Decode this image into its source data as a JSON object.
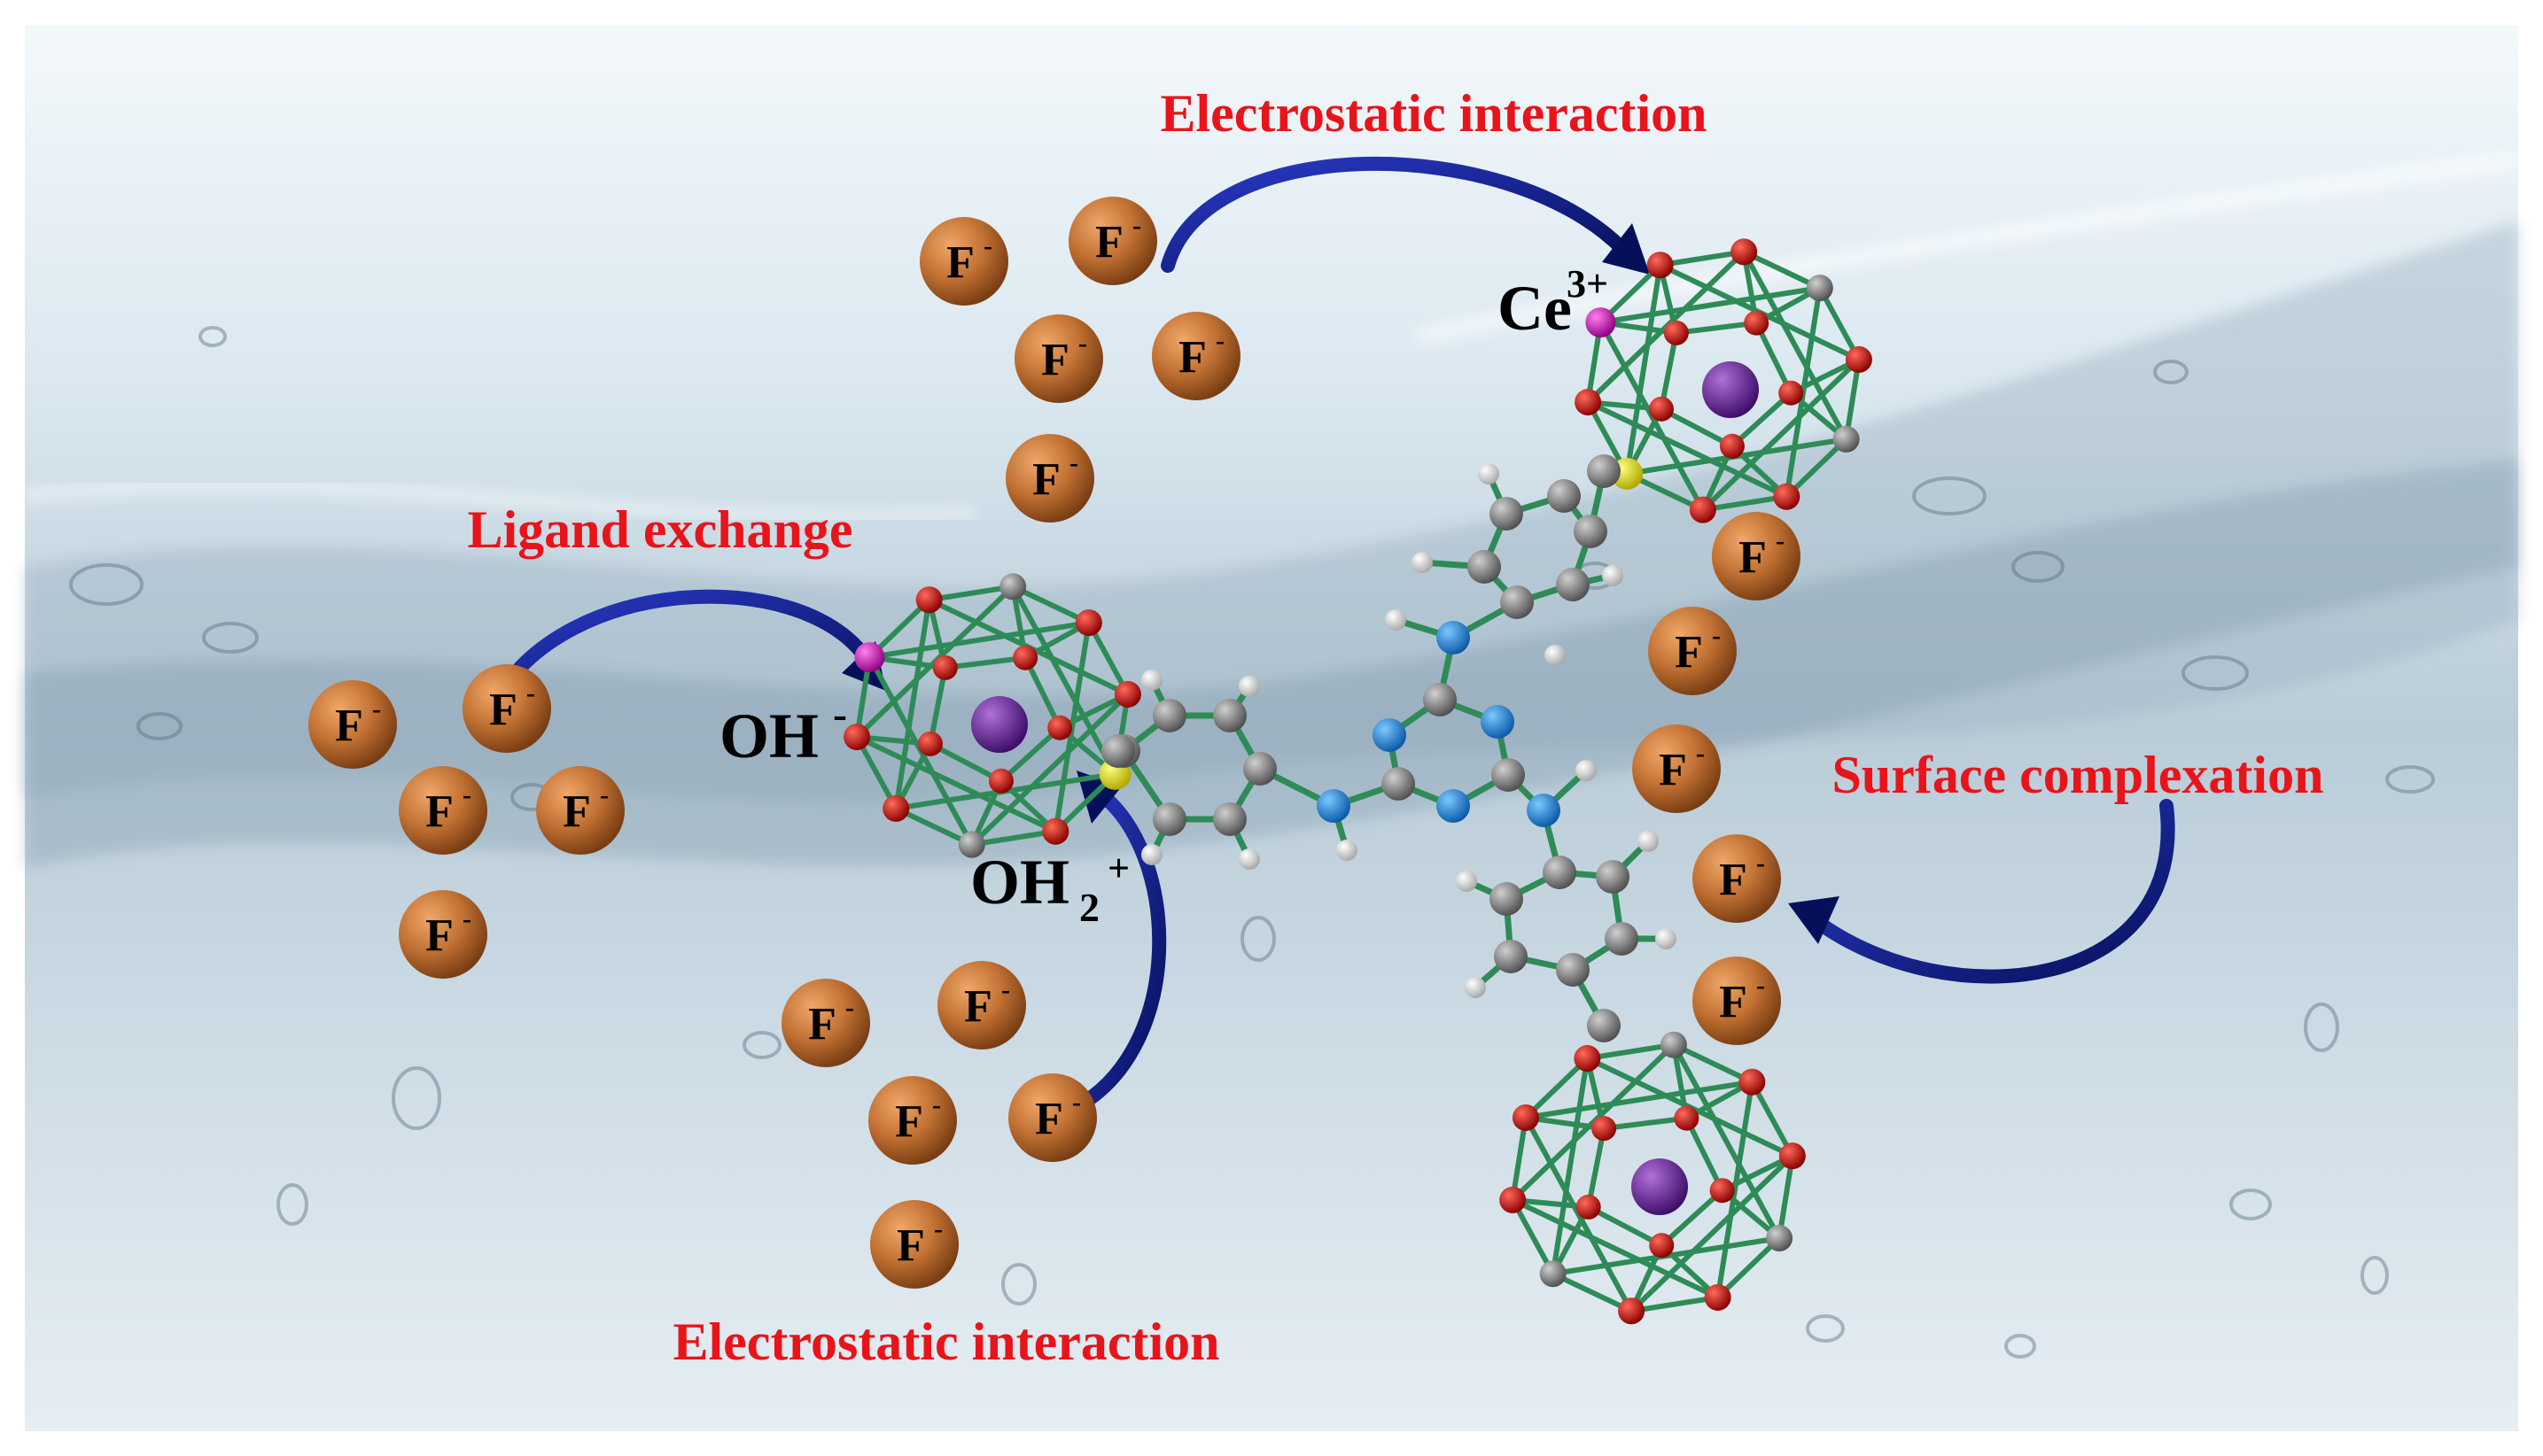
{
  "labels": {
    "electrostatic_top": "Electrostatic interaction",
    "electrostatic_bottom": "Electrostatic interaction",
    "ligand_exchange": "Ligand exchange",
    "surface_complexation": "Surface complexation",
    "ce_base": "Ce",
    "ce_sup": "3+",
    "oh_base": "OH",
    "oh_sup": "-",
    "oh2_base": "OH",
    "oh2_sub": "2",
    "oh2_sup": "+"
  },
  "fluoride": {
    "base": "F",
    "sup": "-"
  },
  "colors": {
    "label_red": "#e8141a",
    "arrow_blue": "#0a1a8c",
    "fluoride": "#b8682a",
    "bond_green": "#2e8b57",
    "oxygen": "#c81414",
    "cerium": "#6a2a9a",
    "carbon": "#8a8a8a",
    "nitrogen": "#1e82d2",
    "hydrogen": "#e8e8e8",
    "sulfur": "#e6e600",
    "magenta": "#d21ec8"
  },
  "icons": [
    "curved-arrow-icon",
    "fluoride-ion-icon",
    "cluster-icon",
    "molecule-icon",
    "water-background-icon"
  ]
}
